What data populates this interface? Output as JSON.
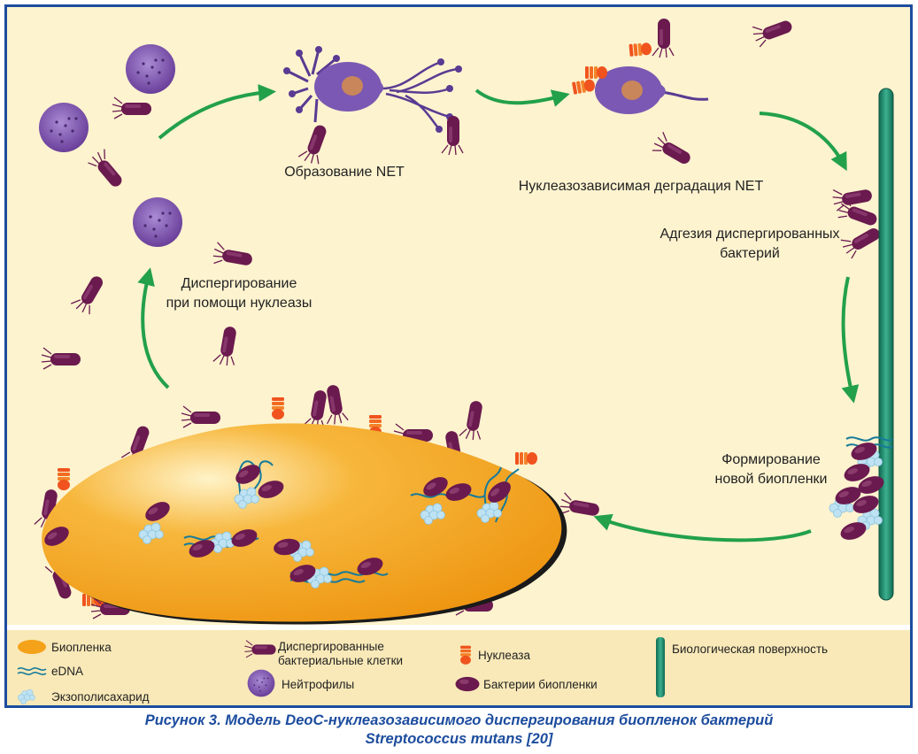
{
  "labels": {
    "net_formation": "Образование NET",
    "nuclease_degradation": "Нуклеазозависимая деградация NET",
    "adhesion_line1": "Адгезия диспергированных",
    "adhesion_line2": "бактерий",
    "dispersal_line1": "Диспергирование",
    "dispersal_line2": "при помощи нуклеазы",
    "new_biofilm_line1": "Формирование",
    "new_biofilm_line2": "новой биопленки"
  },
  "legend": {
    "biofilm": "Биопленка",
    "edna": "eDNA",
    "eps": "Экзополисахарид",
    "dispersed_line1": "Диспергированные",
    "dispersed_line2": "бактериальные клетки",
    "neutrophils": "Нейтрофилы",
    "nuclease": "Нуклеаза",
    "biofilm_bacteria": "Бактерии биопленки",
    "bio_surface": "Биологическая поверхность"
  },
  "caption": {
    "line1": "Рисунок 3. Модель DeoC-нуклеазозависимого диспергирования биопленок бактерий",
    "line2": "Streptococcus mutans [20]"
  },
  "colors": {
    "frame_border": "#1c4c9e",
    "background": "#fdf3cf",
    "arrow": "#22a04a",
    "biofilm": "#f5a21b",
    "bacterium": "#6a1a4e",
    "neutrophil": "#7c4fa8",
    "nuclease": "#f0531e",
    "surface": "#1f8a6e",
    "edna": "#157a9a",
    "eps": "#bfe2f2"
  },
  "icons": [
    "neutrophil-icon",
    "net-cell-icon",
    "bacterium-icon",
    "nuclease-icon",
    "edna-icon",
    "eps-icon",
    "biofilm-icon",
    "surface-icon",
    "arrow-icon"
  ]
}
